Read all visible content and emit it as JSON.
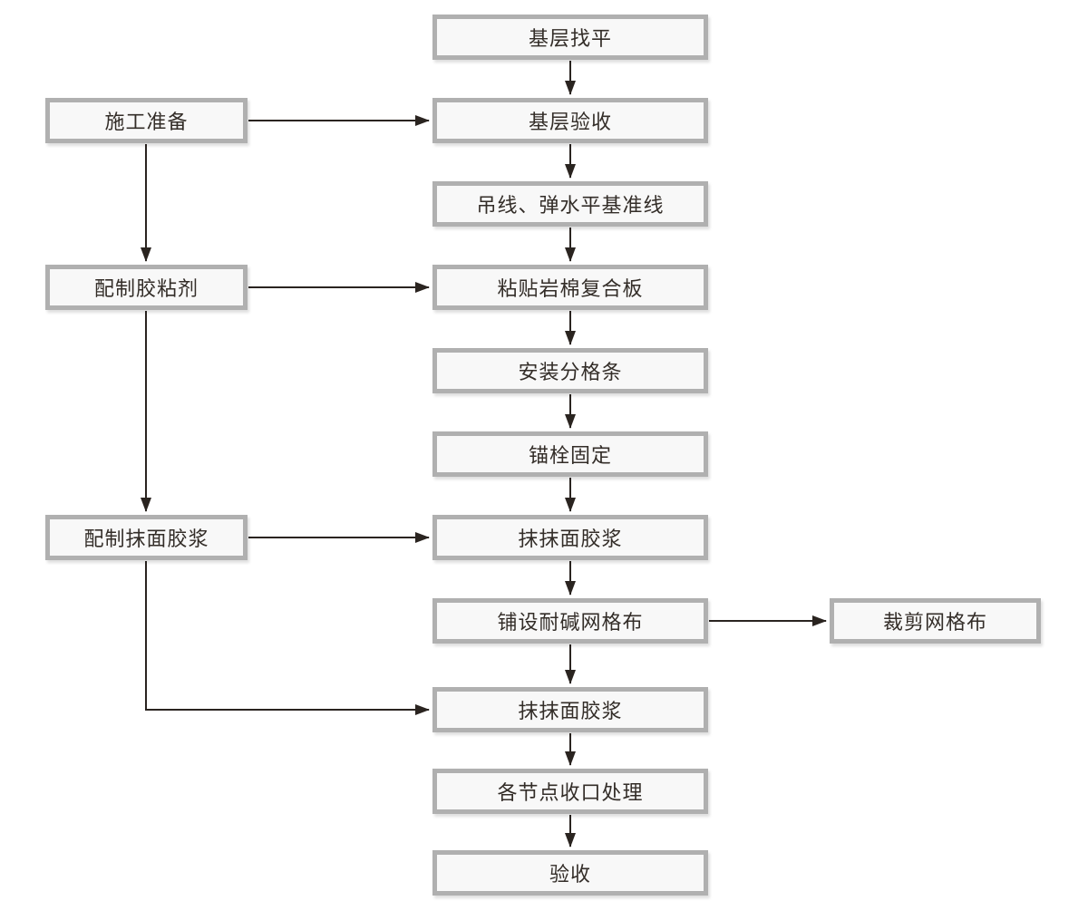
{
  "diagram": {
    "kind": "flowchart",
    "background_color": "#ffffff",
    "box_fill_color": "#f8f8f8",
    "box_border_color": "#b0b0b0",
    "arrow_color": "#2a2420",
    "text_color": "#332d28"
  },
  "columns": {
    "left": [
      {
        "id": "construction-prep",
        "label": "施工准备"
      },
      {
        "id": "prepare-adhesive",
        "label": "配制胶粘剂"
      },
      {
        "id": "prepare-render-mortar",
        "label": "配制抹面胶浆"
      }
    ],
    "center": [
      {
        "id": "base-leveling",
        "label": "基层找平"
      },
      {
        "id": "base-acceptance",
        "label": "基层验收"
      },
      {
        "id": "hang-plumb-datum-lines",
        "label": "吊线、弹水平基准线"
      },
      {
        "id": "paste-rockwool-panel",
        "label": "粘贴岩棉复合板"
      },
      {
        "id": "install-dividing-strips",
        "label": "安装分格条"
      },
      {
        "id": "anchor-fixing",
        "label": "锚栓固定"
      },
      {
        "id": "apply-render-mortar-1",
        "label": "抹抹面胶浆"
      },
      {
        "id": "lay-alkali-mesh",
        "label": "铺设耐碱网格布"
      },
      {
        "id": "apply-render-mortar-2",
        "label": "抹抹面胶浆"
      },
      {
        "id": "node-joint-finishing",
        "label": "各节点收口处理"
      },
      {
        "id": "final-acceptance",
        "label": "验收"
      }
    ],
    "right": [
      {
        "id": "cut-mesh",
        "label": "裁剪网格布"
      }
    ]
  },
  "edges": [
    {
      "from": "base-leveling",
      "to": "base-acceptance",
      "type": "vertical"
    },
    {
      "from": "construction-prep",
      "to": "base-acceptance",
      "type": "horizontal"
    },
    {
      "from": "construction-prep",
      "to": "prepare-adhesive",
      "type": "vertical"
    },
    {
      "from": "base-acceptance",
      "to": "hang-plumb-datum-lines",
      "type": "vertical"
    },
    {
      "from": "hang-plumb-datum-lines",
      "to": "paste-rockwool-panel",
      "type": "vertical"
    },
    {
      "from": "prepare-adhesive",
      "to": "paste-rockwool-panel",
      "type": "horizontal"
    },
    {
      "from": "prepare-adhesive",
      "to": "prepare-render-mortar",
      "type": "vertical"
    },
    {
      "from": "paste-rockwool-panel",
      "to": "install-dividing-strips",
      "type": "vertical"
    },
    {
      "from": "install-dividing-strips",
      "to": "anchor-fixing",
      "type": "vertical"
    },
    {
      "from": "anchor-fixing",
      "to": "apply-render-mortar-1",
      "type": "vertical"
    },
    {
      "from": "prepare-render-mortar",
      "to": "apply-render-mortar-1",
      "type": "horizontal"
    },
    {
      "from": "apply-render-mortar-1",
      "to": "lay-alkali-mesh",
      "type": "vertical"
    },
    {
      "from": "lay-alkali-mesh",
      "to": "cut-mesh",
      "type": "horizontal"
    },
    {
      "from": "lay-alkali-mesh",
      "to": "apply-render-mortar-2",
      "type": "vertical"
    },
    {
      "from": "prepare-render-mortar",
      "to": "apply-render-mortar-2",
      "type": "elbow"
    },
    {
      "from": "apply-render-mortar-2",
      "to": "node-joint-finishing",
      "type": "vertical"
    },
    {
      "from": "node-joint-finishing",
      "to": "final-acceptance",
      "type": "vertical"
    }
  ]
}
